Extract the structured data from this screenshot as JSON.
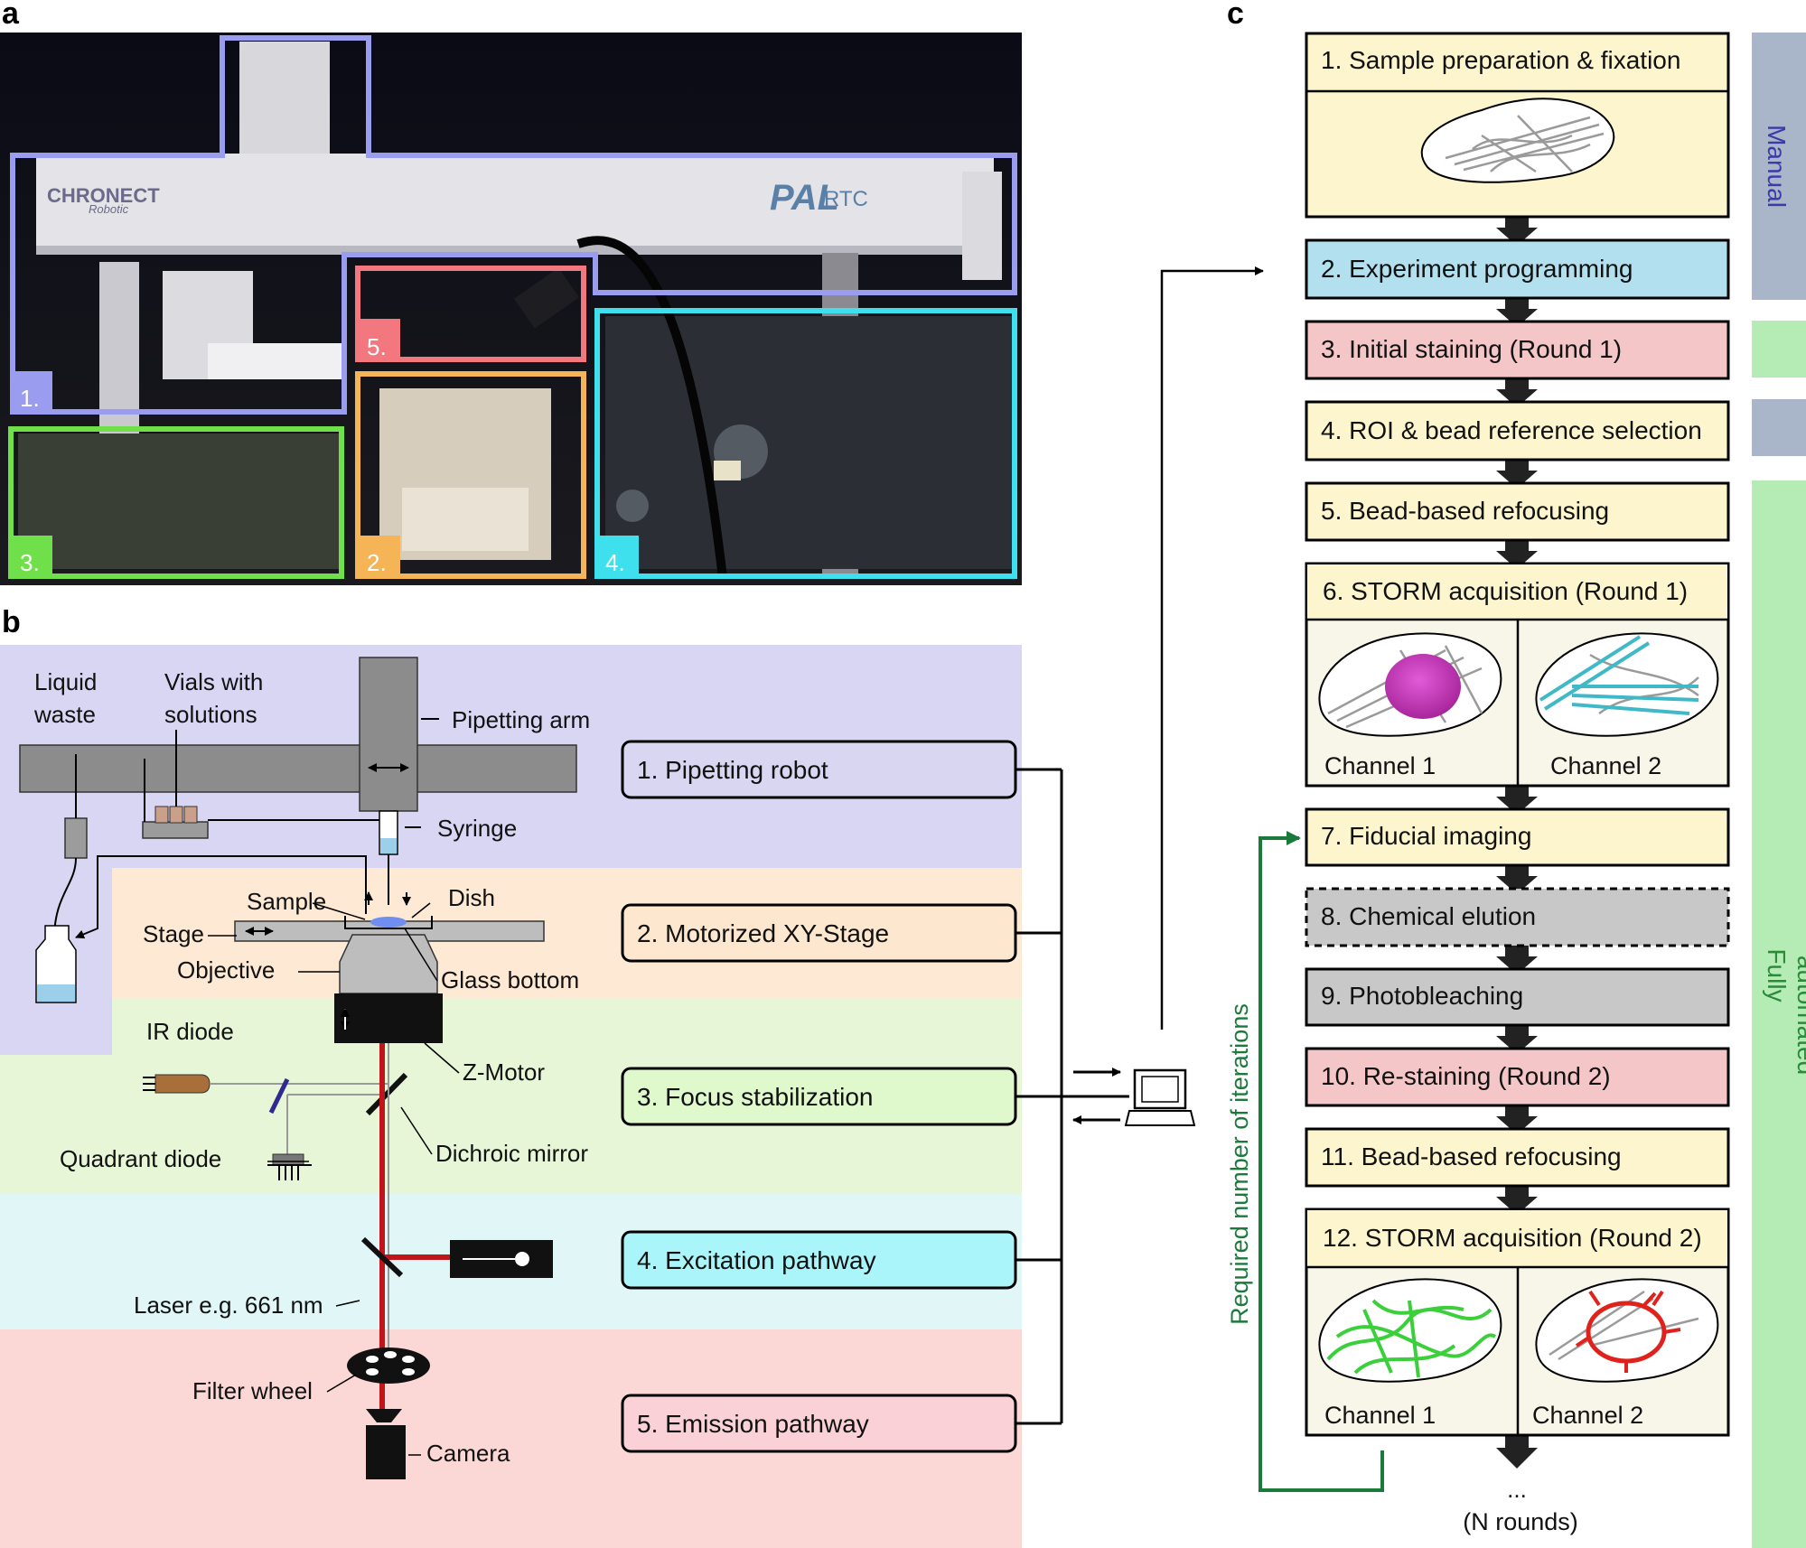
{
  "colors": {
    "manual": "#a9b5c8",
    "auto": "#b5ecb5",
    "purple_band": "#d9d6f3",
    "orange_band": "#fde9d4",
    "green_band": "#e6f6d6",
    "cyan_band": "#e0f6f7",
    "red_band": "#fbd8d6",
    "box_purple": "#d8d6f0",
    "box_orange": "#fde7cf",
    "box_green": "#dff8cc",
    "box_cyan": "#a9f5f9",
    "box_red": "#fad1d6",
    "step_yellow": "#fcf5cd",
    "step_blue": "#b3e0ee",
    "step_pink": "#f4c6c7",
    "step_gray": "#c8c8c8",
    "cell_bg": "#f8f6e8",
    "laser": "#c0161b",
    "loop": "#1a7a3a"
  },
  "panels": {
    "a": "a",
    "b": "b",
    "c": "c"
  },
  "panel_a": {
    "brand_left": "CHRONECT",
    "brand_left_sub": "Robotic",
    "brand_right": "PAL",
    "brand_right_sub": "RTC",
    "box_labels": [
      "1.",
      "2.",
      "3.",
      "4.",
      "5."
    ]
  },
  "panel_b": {
    "labels": {
      "liquid_waste_1": "Liquid",
      "liquid_waste_2": "waste",
      "vials_1": "Vials with",
      "vials_2": "solutions",
      "pipetting_arm": "Pipetting arm",
      "syringe": "Syringe",
      "sample": "Sample",
      "dish": "Dish",
      "stage": "Stage",
      "objective": "Objective",
      "glass_bottom": "Glass bottom",
      "ir_diode": "IR diode",
      "z_motor": "Z-Motor",
      "quadrant_diode": "Quadrant diode",
      "dichroic_mirror": "Dichroic mirror",
      "laser": "Laser e.g. 661 nm",
      "filter_wheel": "Filter wheel",
      "camera": "Camera"
    },
    "modules": [
      "1. Pipetting robot",
      "2. Motorized XY-Stage",
      "3. Focus stabilization",
      "4. Excitation pathway",
      "5. Emission pathway"
    ]
  },
  "panel_c": {
    "steps": [
      "1. Sample preparation & fixation",
      "2. Experiment programming",
      "3. Initial staining (Round 1)",
      "4. ROI & bead reference selection",
      "5. Bead-based refocusing",
      "6. STORM acquisition (Round 1)",
      "7. Fiducial imaging",
      "8. Chemical elution",
      "9. Photobleaching",
      "10. Re-staining (Round 2)",
      "11. Bead-based refocusing",
      "12. STORM acquisition (Round 2)"
    ],
    "channels_round1": [
      "Channel 1",
      "Channel 2"
    ],
    "channels_round2": [
      "Channel 1",
      "Channel 2"
    ],
    "ellipsis": "...",
    "n_rounds": "(N rounds)",
    "loop_label": "Required number of iterations",
    "side_manual": "Manual",
    "side_auto_1": "Fully",
    "side_auto_2": "automated"
  }
}
